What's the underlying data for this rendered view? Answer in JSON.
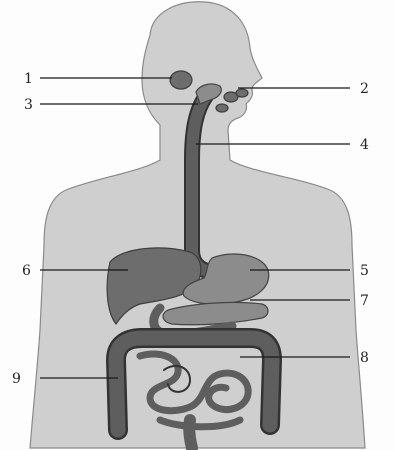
{
  "labels": [
    "1",
    "2",
    "3",
    "4",
    "6",
    "5",
    "7",
    "9",
    "8"
  ],
  "colors": {
    "background": "#fdfdfd",
    "body": "#cfcfcf",
    "organ_dark": "#6d6d6d",
    "organ_mid": "#8c8c8c",
    "ink": "#1a1a1a"
  }
}
